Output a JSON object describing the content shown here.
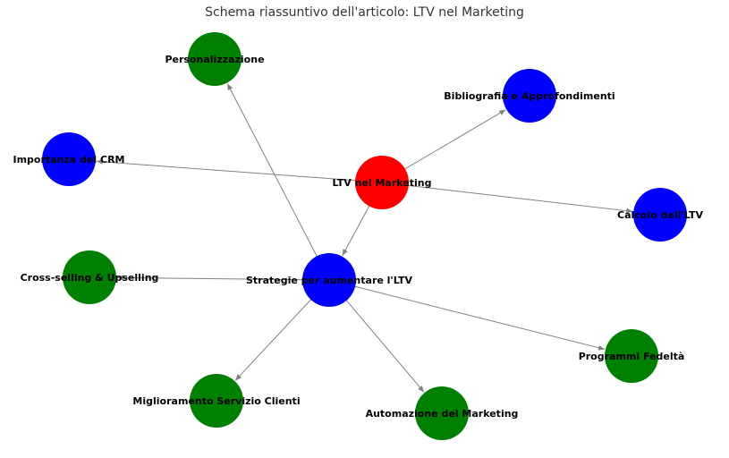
{
  "title": "Schema riassuntivo dell'articolo: LTV nel Marketing",
  "colors": {
    "root": "#ff0000",
    "primary": "#0000ff",
    "secondary": "#008000",
    "edge": "#808080"
  },
  "nodes": [
    {
      "id": "ltv",
      "label": "LTV nel Marketing",
      "role": "root"
    },
    {
      "id": "personalizzazione",
      "label": "Personalizzazione",
      "role": "secondary"
    },
    {
      "id": "bibliografia",
      "label": "Bibliografia e Approfondimenti",
      "role": "primary"
    },
    {
      "id": "crm",
      "label": "Importanza del CRM",
      "role": "primary"
    },
    {
      "id": "calcolo",
      "label": "Calcolo dell'LTV",
      "role": "primary"
    },
    {
      "id": "cross",
      "label": "Cross-selling & Upselling",
      "role": "secondary"
    },
    {
      "id": "strategie",
      "label": "Strategie per aumentare l'LTV",
      "role": "primary"
    },
    {
      "id": "fedelta",
      "label": "Programmi Fedeltà",
      "role": "secondary"
    },
    {
      "id": "servizio",
      "label": "Miglioramento Servizio Clienti",
      "role": "secondary"
    },
    {
      "id": "automazione",
      "label": "Automazione del Marketing",
      "role": "secondary"
    }
  ],
  "edges": [
    {
      "from": "ltv",
      "to": "bibliografia"
    },
    {
      "from": "ltv",
      "to": "crm"
    },
    {
      "from": "ltv",
      "to": "calcolo"
    },
    {
      "from": "ltv",
      "to": "strategie"
    },
    {
      "from": "strategie",
      "to": "personalizzazione"
    },
    {
      "from": "strategie",
      "to": "cross"
    },
    {
      "from": "strategie",
      "to": "fedelta"
    },
    {
      "from": "strategie",
      "to": "servizio"
    },
    {
      "from": "strategie",
      "to": "automazione"
    }
  ]
}
